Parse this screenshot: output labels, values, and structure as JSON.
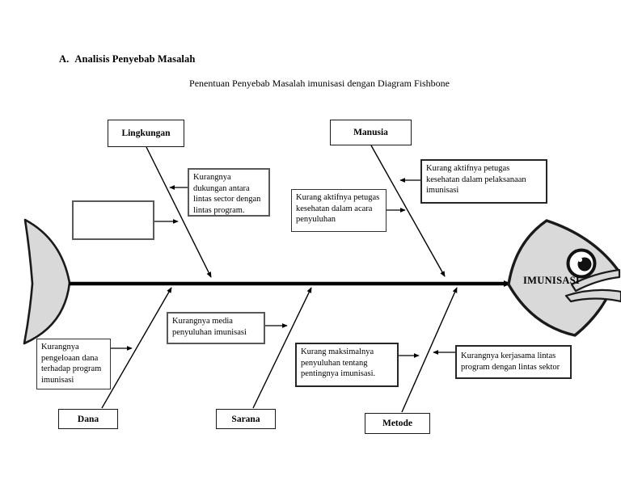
{
  "page": {
    "section_label": "A.",
    "section_title": "Analisis Penyebab Masalah",
    "subtitle": "Penentuan Penyebab Masalah  imunisasi dengan Diagram Fishbone"
  },
  "fishbone": {
    "head_label": "IMUNISASI",
    "categories": [
      {
        "id": "lingkungan",
        "label": "Lingkungan"
      },
      {
        "id": "manusia",
        "label": "Manusia"
      },
      {
        "id": "dana",
        "label": "Dana"
      },
      {
        "id": "sarana",
        "label": "Sarana"
      },
      {
        "id": "metode",
        "label": "Metode"
      }
    ],
    "causes": [
      {
        "id": "empty-box",
        "text": ""
      },
      {
        "id": "dukungan-lintas",
        "text": "Kurangnya dukungan antara lintas sector dengan lintas program."
      },
      {
        "id": "aktif-acara-penyuluhan",
        "text": "Kurang aktifnya petugas kesehatan dalam acara penyuluhan"
      },
      {
        "id": "aktif-pelaksanaan",
        "text": "Kurang aktifnya petugas kesehatan dalam pelaksanaan imunisasi"
      },
      {
        "id": "pengeloaan-dana",
        "text": "Kurangnya pengeloaan dana terhadap program imunisasi"
      },
      {
        "id": "media-penyuluhan",
        "text": "Kurangnya media penyuluhan imunisasi"
      },
      {
        "id": "maksimal-penyuluhan",
        "text": "Kurang maksimalnya penyuluhan tentang pentingnya imunisasi."
      },
      {
        "id": "kerjasama-lintas",
        "text": "Kurangnya  kerjasama lintas program dengan lintas sektor"
      }
    ],
    "colors": {
      "fish_fill": "#d9d9d9",
      "line": "#000000",
      "box_border_gray": "#595959",
      "box_border_dark": "#262626"
    }
  }
}
